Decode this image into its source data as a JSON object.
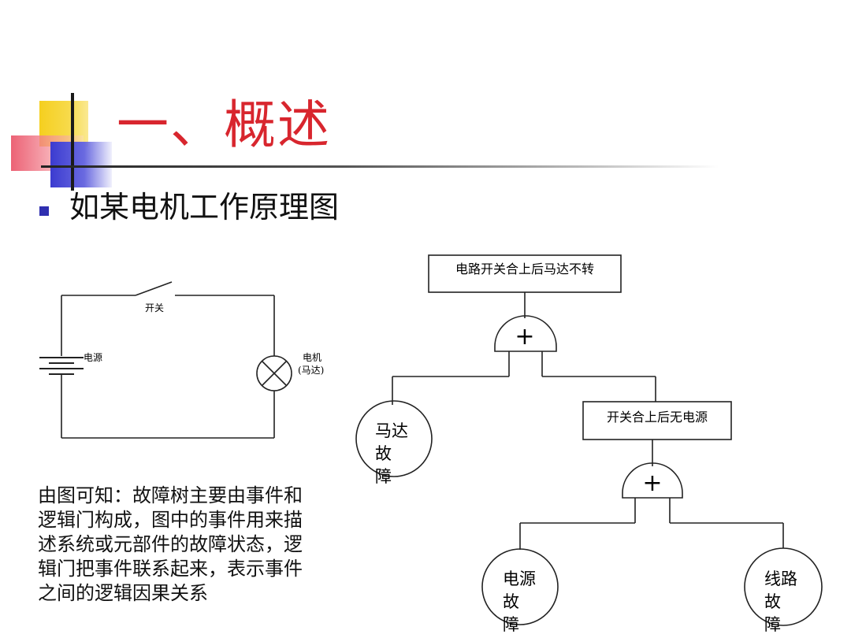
{
  "slide": {
    "title": "一、概述",
    "subtitle": "如某电机工作原理图",
    "description_lines": [
      "由图可知：故障树主要由事件和",
      "逻辑门构成，图中的事件用来描",
      "述系统或元部件的故障状态，逻",
      "辑门把事件联系起来，表示事件",
      "之间的逻辑因果关系"
    ]
  },
  "circuit": {
    "switch_label": "开关",
    "power_label": "电源",
    "motor_label_line1": "电机",
    "motor_label_line2": "(马达)"
  },
  "fault_tree": {
    "top_event": "电路开关合上后马达不转",
    "gate_symbol": "+",
    "motor_fault": [
      "马达",
      "故",
      "障"
    ],
    "intermediate_event": "开关合上后无电源",
    "power_fault": [
      "电源",
      "故",
      "障"
    ],
    "line_fault": [
      "线路",
      "故",
      "障"
    ]
  },
  "colors": {
    "title_red": "#d8262e",
    "bullet_blue": "#2f2fb0",
    "square_yellow": "#f5cf1f",
    "square_blue": "#3b3bd0",
    "square_red": "#eb5a6e"
  }
}
